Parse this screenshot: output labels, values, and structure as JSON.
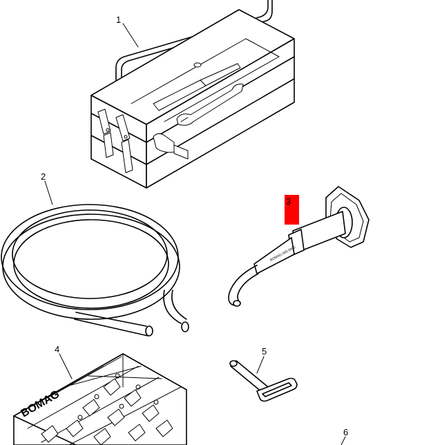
{
  "parts": [
    {
      "id": "toolbox",
      "label": "1"
    },
    {
      "id": "hose",
      "label": "2"
    },
    {
      "id": "extractor-tool",
      "label": "3",
      "highlighted": true
    },
    {
      "id": "pick-box",
      "label": "4",
      "text": "BOMAG"
    },
    {
      "id": "key",
      "label": "5"
    },
    {
      "id": "part-six",
      "label": "6"
    }
  ],
  "colors": {
    "highlight": "#ff0000",
    "line": "#000000",
    "background": "#ffffff"
  }
}
